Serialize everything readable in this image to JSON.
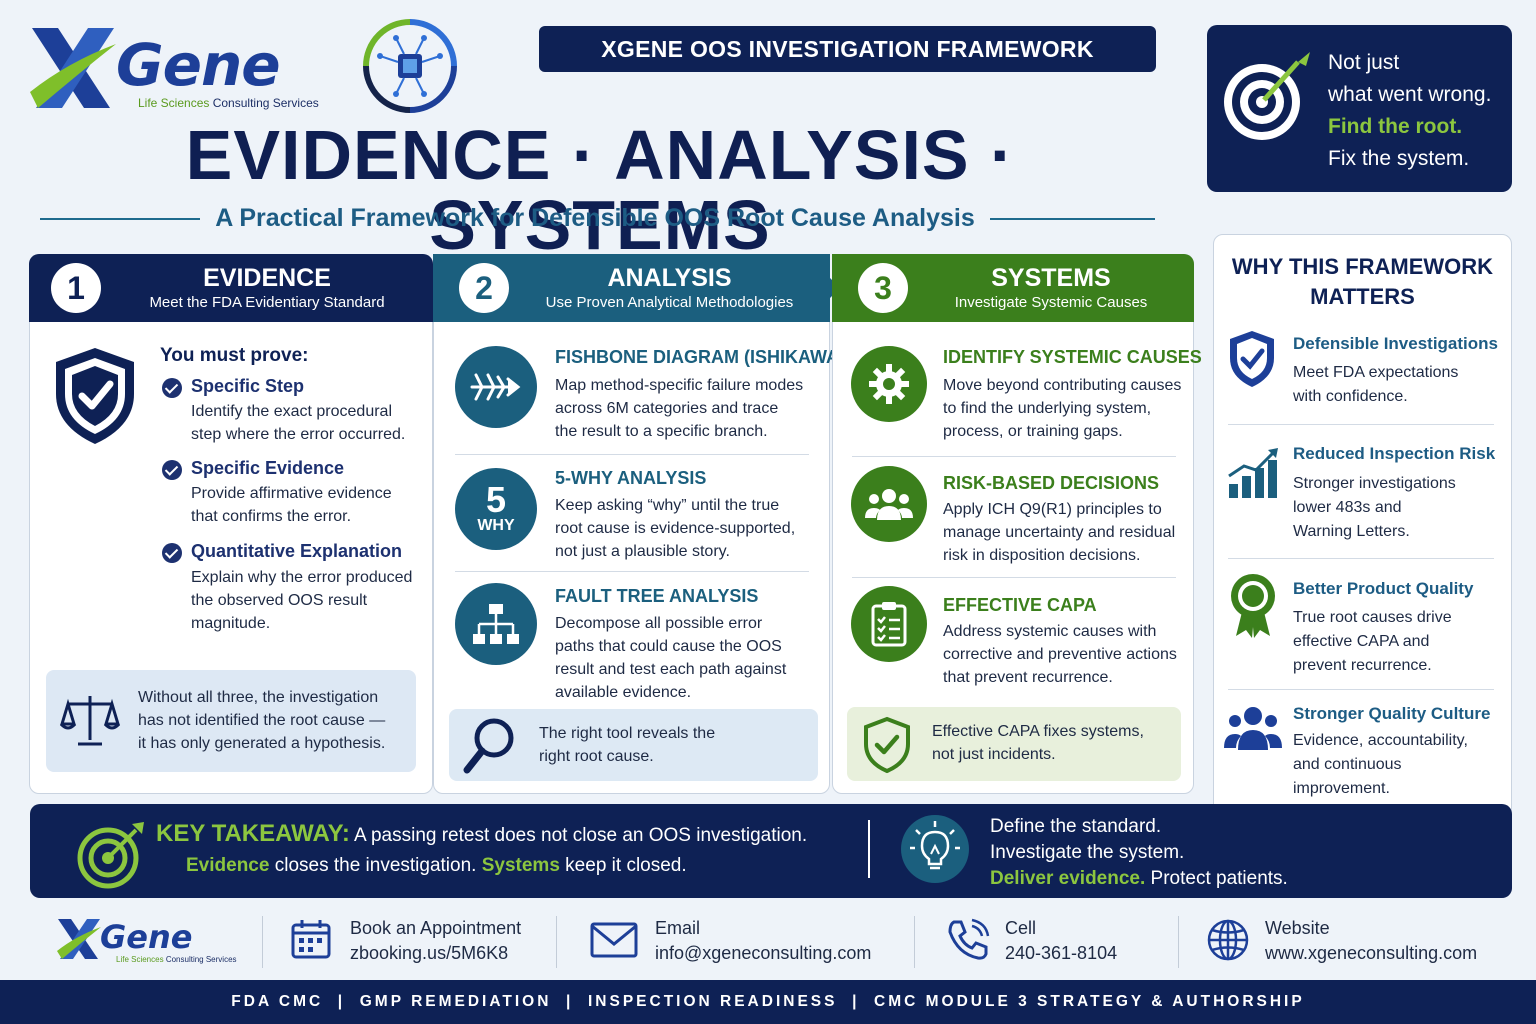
{
  "header": {
    "logo_word": "Gene",
    "logo_sub_a": "Life Sciences",
    "logo_sub_b": " Consulting Services",
    "banner": "XGENE OOS INVESTIGATION FRAMEWORK",
    "title": "EVIDENCE · ANALYSIS · SYSTEMS",
    "subtitle": "A Practical Framework for Defensible OOS Root Cause Analysis"
  },
  "quote": {
    "line1": "Not just",
    "line2": "what went wrong.",
    "line3": "Find the root.",
    "line4": "Fix the system."
  },
  "evidence": {
    "num": "1",
    "title": "EVIDENCE",
    "subtitle": "Meet the FDA Evidentiary Standard",
    "must": "You must prove:",
    "items": [
      {
        "title": "Specific Step",
        "desc1": "Identify the exact procedural",
        "desc2": "step where the error occurred.",
        "desc3": ""
      },
      {
        "title": "Specific Evidence",
        "desc1": "Provide affirmative evidence",
        "desc2": "that confirms the error.",
        "desc3": ""
      },
      {
        "title": "Quantitative Explanation",
        "desc1": "Explain why the error produced",
        "desc2": "the observed OOS result",
        "desc3": "magnitude."
      }
    ],
    "note1": "Without all three, the investigation",
    "note2": "has not identified the root cause —",
    "note3": "it has only generated a hypothesis."
  },
  "analysis": {
    "num": "2",
    "title": "ANALYSIS",
    "subtitle": "Use Proven Analytical Methodologies",
    "tools": [
      {
        "title": "FISHBONE DIAGRAM (ISHIKAWA)",
        "d1": "Map method-specific failure modes",
        "d2": "across 6M categories and trace",
        "d3": "the result to a specific branch.",
        "d4": ""
      },
      {
        "title": "5-WHY ANALYSIS",
        "d1": "Keep asking “why” until the true",
        "d2": "root cause is evidence-supported,",
        "d3": "not just a plausible story.",
        "d4": ""
      },
      {
        "title": "FAULT TREE ANALYSIS",
        "d1": "Decompose all possible error",
        "d2": "paths that could cause the OOS",
        "d3": "result and test each path against",
        "d4": "available evidence."
      }
    ],
    "why_num": "5",
    "why_word": "WHY",
    "note1": "The right tool reveals the",
    "note2": "right root cause."
  },
  "systems": {
    "num": "3",
    "title": "SYSTEMS",
    "subtitle": "Investigate Systemic Causes",
    "items": [
      {
        "title": "IDENTIFY SYSTEMIC CAUSES",
        "d1": "Move beyond contributing causes",
        "d2": "to find the underlying system,",
        "d3": "process, or training gaps."
      },
      {
        "title": "RISK-BASED DECISIONS",
        "d1": "Apply ICH Q9(R1) principles to",
        "d2": "manage uncertainty and residual",
        "d3": "risk in disposition decisions."
      },
      {
        "title": "EFFECTIVE CAPA",
        "d1": "Address systemic causes with",
        "d2": "corrective and preventive actions",
        "d3": "that prevent recurrence."
      }
    ],
    "note1": "Effective CAPA fixes systems,",
    "note2": "not just incidents."
  },
  "why_panel": {
    "title1": "WHY THIS FRAMEWORK",
    "title2": "MATTERS",
    "items": [
      {
        "title": "Defensible Investigations",
        "d1": "Meet FDA expectations",
        "d2": "with confidence.",
        "d3": ""
      },
      {
        "title": "Reduced Inspection Risk",
        "d1": "Stronger investigations",
        "d2": "lower 483s and",
        "d3": "Warning Letters."
      },
      {
        "title": "Better Product Quality",
        "d1": "True root causes drive",
        "d2": "effective CAPA and",
        "d3": "prevent recurrence."
      },
      {
        "title": "Stronger Quality Culture",
        "d1": "Evidence, accountability,",
        "d2": "and continuous",
        "d3": "improvement."
      }
    ]
  },
  "takeaway": {
    "label": "KEY TAKEAWAY:",
    "line1": " A passing retest does not close an OOS investigation.",
    "ev": "Evidence",
    "mid": " closes the investigation. ",
    "sys": "Systems",
    "end": " keep it closed.",
    "r1": "Define the standard.",
    "r2": "Investigate the system.",
    "r3a": "Deliver evidence.",
    "r3b": " Protect patients."
  },
  "footer": {
    "logo_word": "Gene",
    "logo_sub_a": "Life Sciences",
    "logo_sub_b": " Consulting Services",
    "book_label": "Book an Appointment",
    "book_value": "zbooking.us/5M6K8",
    "email_label": "Email",
    "email_value": "info@xgeneconsulting.com",
    "cell_label": "Cell",
    "cell_value": "240-361-8104",
    "web_label": "Website",
    "web_value": "www.xgeneconsulting.com",
    "bar": "FDA CMC  |  GMP REMEDIATION  |  INSPECTION READINESS  |  CMC MODULE 3 STRATEGY & AUTHORSHIP"
  },
  "colors": {
    "navy": "#0e2155",
    "teal": "#1b5f7e",
    "green": "#3b7f1c",
    "lime": "#8cc63f"
  },
  "icons": [
    "shield-check-icon",
    "fishbone-icon",
    "fault-tree-icon",
    "magnifier-icon",
    "gear-icon",
    "team-icon",
    "clipboard-icon",
    "shield-icon",
    "bar-chart-icon",
    "award-icon",
    "people-icon",
    "target-icon",
    "lightbulb-icon",
    "calendar-icon",
    "mail-icon",
    "phone-icon",
    "globe-icon",
    "scales-icon"
  ]
}
